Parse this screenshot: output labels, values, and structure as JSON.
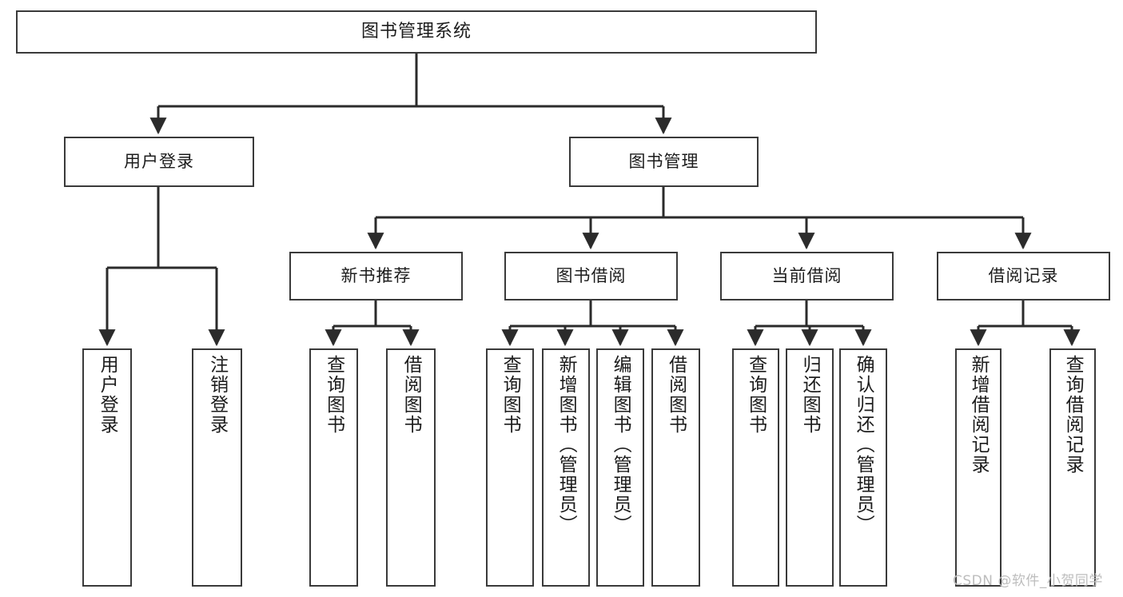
{
  "diagram": {
    "type": "tree",
    "title": "图书管理系统",
    "watermark": "CSDN @软件_小贺同学",
    "colors": {
      "box_border": "#3a3a3a",
      "box_fill": "#ffffff",
      "edge": "#2b2b2b",
      "text": "#1c1c1c",
      "watermark": "#bdbdbd"
    },
    "levels": {
      "root": "图书管理系统",
      "level2": [
        "用户登录",
        "图书管理"
      ],
      "level3": [
        "新书推荐",
        "图书借阅",
        "当前借阅",
        "借阅记录"
      ]
    },
    "nodes": {
      "root": {
        "label": "图书管理系统"
      },
      "user_login": {
        "label": "用户登录"
      },
      "book_manage": {
        "label": "图书管理"
      },
      "new_book_rec": {
        "label": "新书推荐"
      },
      "book_borrow": {
        "label": "图书借阅"
      },
      "current_borrow": {
        "label": "当前借阅"
      },
      "borrow_record": {
        "label": "借阅记录"
      },
      "leaf_user_login": {
        "label": "用户登录"
      },
      "leaf_logout": {
        "label": "注销登录"
      },
      "leaf_query_book_1": {
        "label": "查询图书"
      },
      "leaf_borrow_book_1": {
        "label": "借阅图书"
      },
      "leaf_query_book_2": {
        "label": "查询图书"
      },
      "leaf_add_book": {
        "label": "新增图书（管理员）"
      },
      "leaf_edit_book": {
        "label": "编辑图书（管理员）"
      },
      "leaf_borrow_book_2": {
        "label": "借阅图书"
      },
      "leaf_query_book_3": {
        "label": "查询图书"
      },
      "leaf_return_book": {
        "label": "归还图书"
      },
      "leaf_confirm_return": {
        "label": "确认归还（管理员）"
      },
      "leaf_add_record": {
        "label": "新增借阅记录"
      },
      "leaf_query_record": {
        "label": "查询借阅记录"
      }
    },
    "edges": [
      {
        "from": "root",
        "to": "用户登录"
      },
      {
        "from": "root",
        "to": "图书管理"
      },
      {
        "from": "用户登录",
        "to": "用户登录(叶)"
      },
      {
        "from": "用户登录",
        "to": "注销登录"
      },
      {
        "from": "图书管理",
        "to": "新书推荐"
      },
      {
        "from": "图书管理",
        "to": "图书借阅"
      },
      {
        "from": "图书管理",
        "to": "当前借阅"
      },
      {
        "from": "图书管理",
        "to": "借阅记录"
      },
      {
        "from": "新书推荐",
        "to": "查询图书"
      },
      {
        "from": "新书推荐",
        "to": "借阅图书"
      },
      {
        "from": "图书借阅",
        "to": "查询图书"
      },
      {
        "from": "图书借阅",
        "to": "新增图书（管理员）"
      },
      {
        "from": "图书借阅",
        "to": "编辑图书（管理员）"
      },
      {
        "from": "图书借阅",
        "to": "借阅图书"
      },
      {
        "from": "当前借阅",
        "to": "查询图书"
      },
      {
        "from": "当前借阅",
        "to": "归还图书"
      },
      {
        "from": "当前借阅",
        "to": "确认归还（管理员）"
      },
      {
        "from": "借阅记录",
        "to": "新增借阅记录"
      },
      {
        "from": "借阅记录",
        "to": "查询借阅记录"
      }
    ]
  }
}
